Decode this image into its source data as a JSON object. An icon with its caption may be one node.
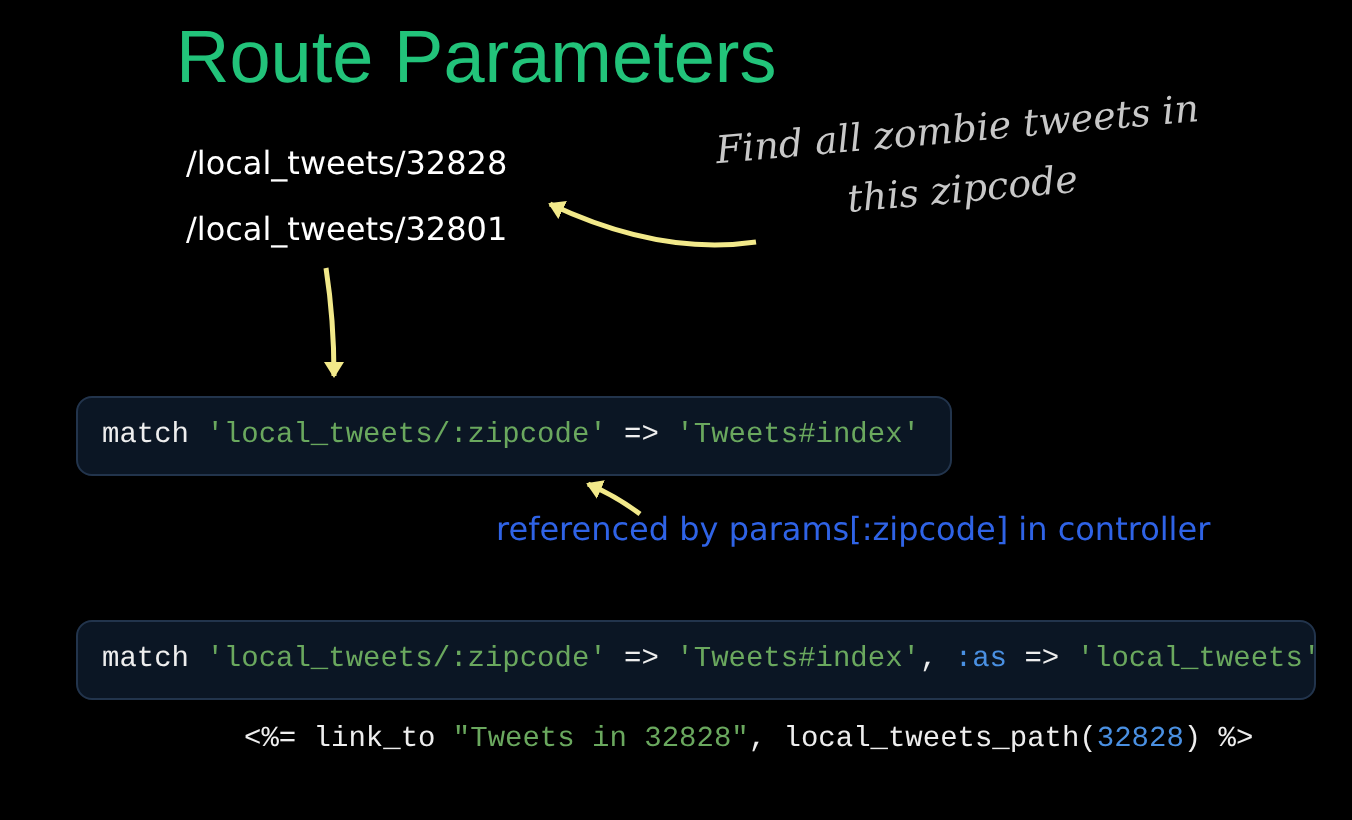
{
  "diagram": {
    "title": "Route Parameters",
    "nodes": [
      {
        "text": [
          "/local_tweets/32828",
          "/local_tweets/32801"
        ]
      },
      {
        "text": [
          "Find all zombie tweets in this zipcode"
        ]
      },
      {
        "text": [
          "match 'local_tweets/:zipcode' => 'Tweets#index'"
        ]
      },
      {
        "text": [
          "referenced by params[:zipcode] in controller"
        ]
      },
      {
        "text": [
          "match 'local_tweets/:zipcode' => 'Tweets#index', :as => 'local_tweets'"
        ]
      }
    ],
    "edges": [
      {
        "from": 1,
        "to": 0,
        "arrow": "to"
      },
      {
        "from": 0,
        "to": 2,
        "arrow": "to"
      },
      {
        "from": 3,
        "to": 2,
        "arrow": "to"
      }
    ],
    "labels": [
      "<%= link_to \"Tweets in 32828\", local_tweets_path(32828) %>"
    ]
  }
}
